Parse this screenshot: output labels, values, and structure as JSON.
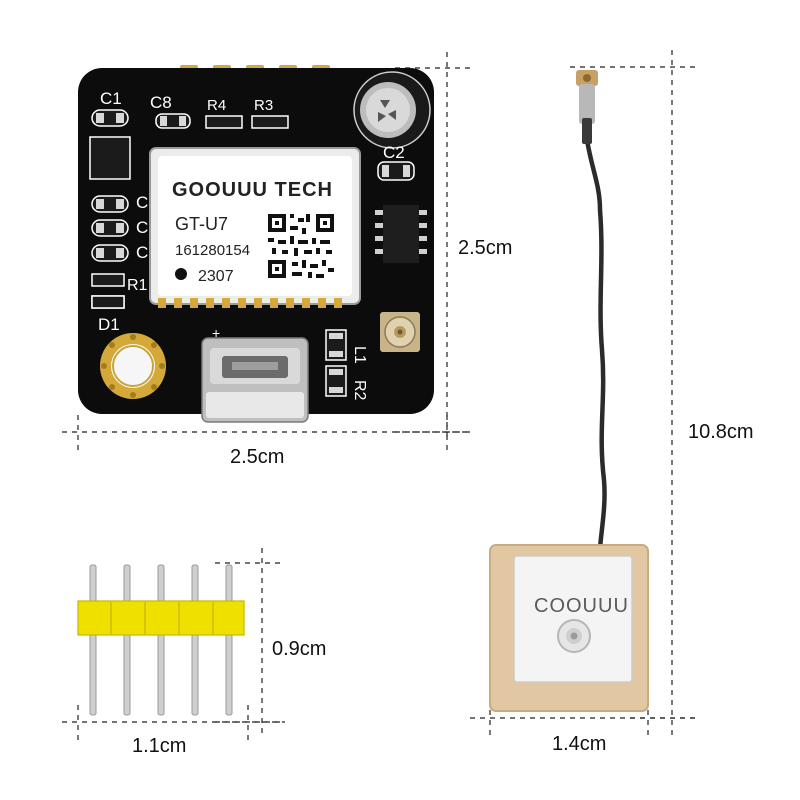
{
  "module": {
    "brand": "GOOUUU TECH",
    "model": "GT-U7",
    "serial": "161280154",
    "code": "2307",
    "silkscreen": [
      "C1",
      "C8",
      "R4",
      "R3",
      "C2",
      "R1",
      "D1",
      "L1",
      "R2",
      "C",
      "C",
      "C"
    ],
    "plus_mark": "+"
  },
  "antenna": {
    "patch_text": "COOUUU"
  },
  "dimensions": {
    "module_width": "2.5cm",
    "module_height": "2.5cm",
    "cable_length": "10.8cm",
    "header_height": "0.9cm",
    "header_width": "1.1cm",
    "antenna_width": "1.4cm"
  },
  "colors": {
    "pcb": "#0c0c0c",
    "gold": "#d4a93a",
    "header_plastic": "#f0e000",
    "antenna_base": "#e2c7a3",
    "antenna_patch": "#f4f4f4"
  }
}
